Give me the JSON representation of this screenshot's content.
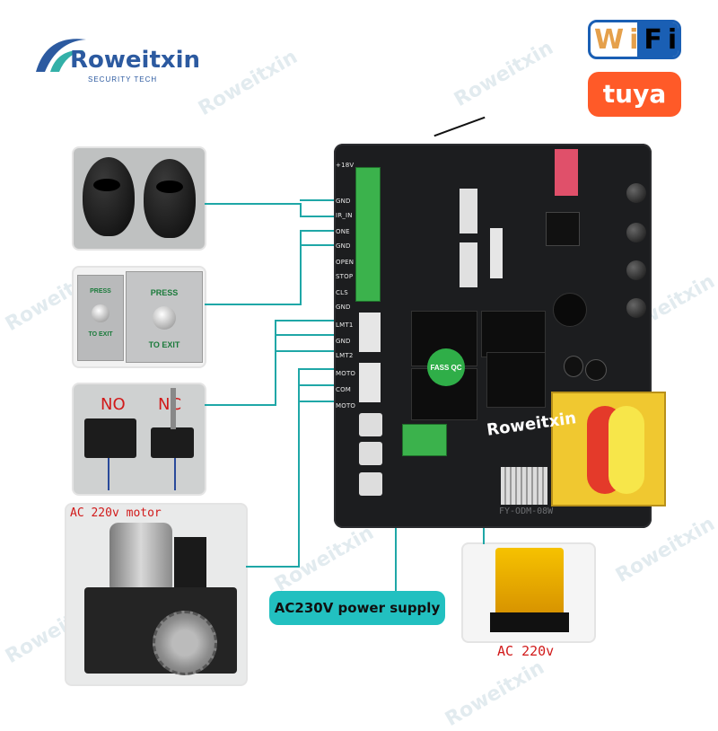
{
  "brand": {
    "name": "Roweitxin",
    "tagline": "SECURITY TECH",
    "watermark": "Roweitxin"
  },
  "badges": {
    "wifi": "WiFi",
    "tuya": "tuya"
  },
  "captions": {
    "no": "NO",
    "nc": "NC",
    "motor": "AC 220v motor",
    "lamp": "AC 220v",
    "power": "AC230V power supply"
  },
  "button_plate": {
    "press": "PRESS",
    "exit": "TO EXIT"
  },
  "board": {
    "pins": [
      "+18V",
      "GND",
      "IR_IN",
      "ONE",
      "GND",
      "OPEN",
      "STOP",
      "CLS",
      "GND",
      "LMT1",
      "GND",
      "LMT2",
      "MOTO",
      "COM",
      "MOTO"
    ],
    "relay_text": "FASS QC",
    "model": "FY-ODM-08W"
  },
  "colors": {
    "wire": "#1fa7a7",
    "terminal": "#3bb24c",
    "brand": "#2c5aa0",
    "caption": "#d11a1a"
  }
}
